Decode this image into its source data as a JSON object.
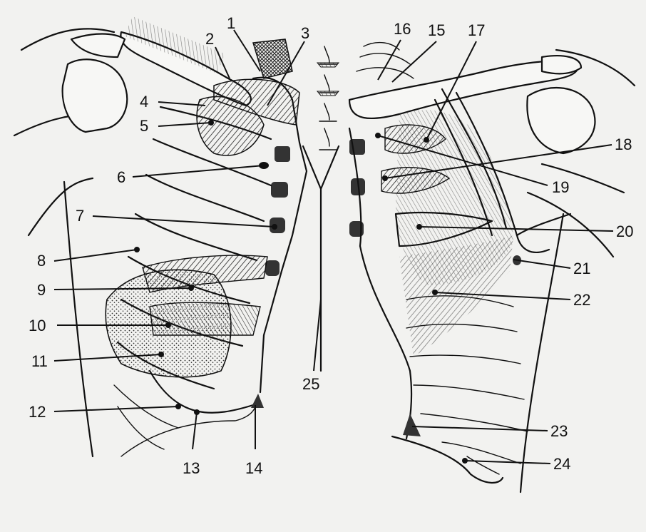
{
  "figure": {
    "labels": [
      "1",
      "2",
      "3",
      "4",
      "5",
      "6",
      "7",
      "8",
      "9",
      "10",
      "11",
      "12",
      "13",
      "14",
      "15",
      "16",
      "17",
      "18",
      "19",
      "20",
      "21",
      "22",
      "23",
      "24",
      "25"
    ]
  }
}
